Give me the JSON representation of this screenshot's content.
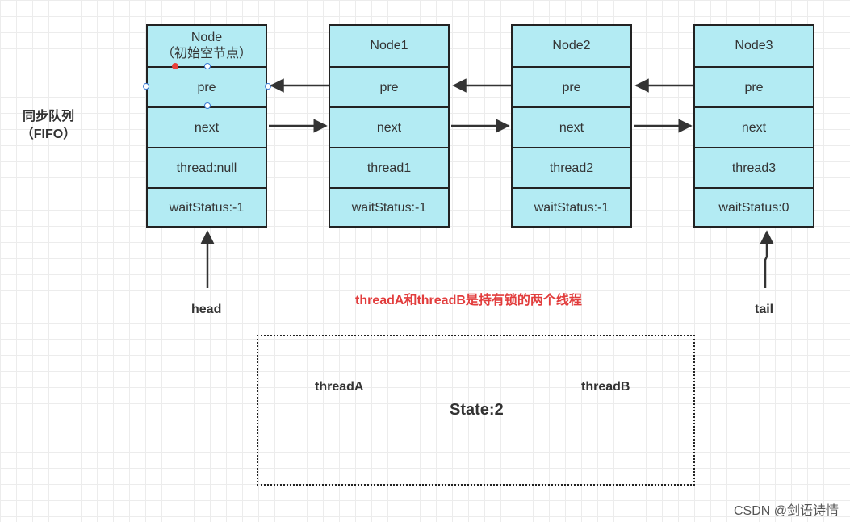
{
  "queue_label": {
    "line1": "同步队列",
    "line2": "（FIFO）"
  },
  "nodes": [
    {
      "title": "Node",
      "subtitle": "（初始空节点）",
      "pre": "pre",
      "next": "next",
      "thread": "thread:null",
      "wait": "waitStatus:-1"
    },
    {
      "title": "Node1",
      "pre": "pre",
      "next": "next",
      "thread": "thread1",
      "wait": "waitStatus:-1"
    },
    {
      "title": "Node2",
      "pre": "pre",
      "next": "next",
      "thread": "thread2",
      "wait": "waitStatus:-1"
    },
    {
      "title": "Node3",
      "pre": "pre",
      "next": "next",
      "thread": "thread3",
      "wait": "waitStatus:0"
    }
  ],
  "pointers": {
    "head": "head",
    "tail": "tail"
  },
  "note": "threadA和threadB是持有锁的两个线程",
  "lock_box": {
    "thread_a": "threadA",
    "thread_b": "threadB",
    "state": "State:2"
  },
  "watermark": "CSDN @剑语诗情",
  "colors": {
    "node_fill": "#b3ebf3",
    "border": "#222222",
    "note": "#e23d3d",
    "handle": "#3a7bd5"
  }
}
